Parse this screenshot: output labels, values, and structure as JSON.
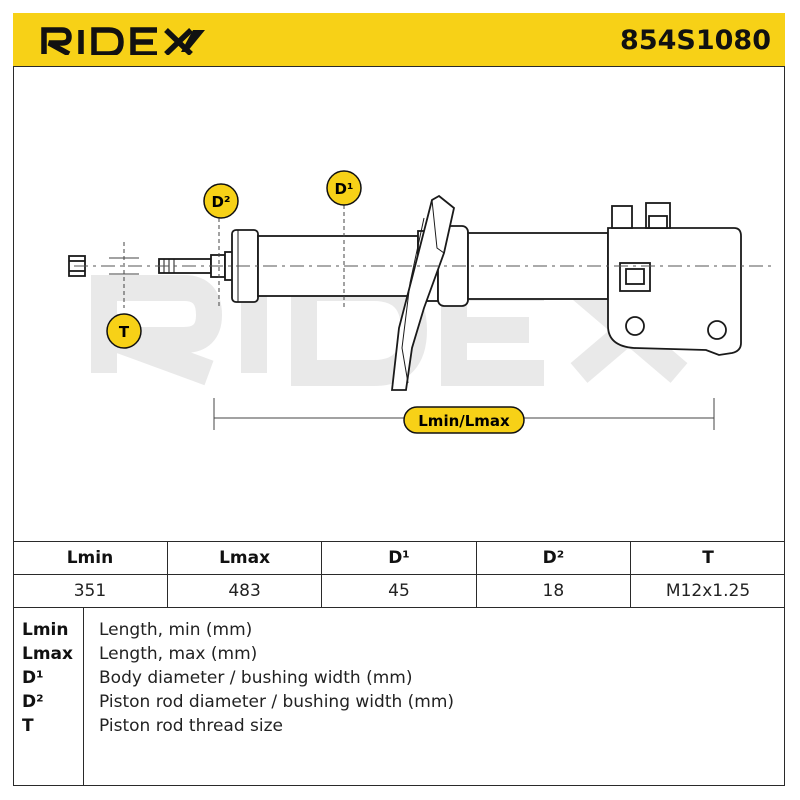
{
  "brand": {
    "logo_text": "RIDEX",
    "color": "#f7d117",
    "ink": "#111111"
  },
  "header": {
    "part_number": "854S1080"
  },
  "diagram": {
    "watermark_text": "RIDEX",
    "labels": {
      "d1": "D¹",
      "d2": "D²",
      "t": "T",
      "length": "Lmin/Lmax"
    }
  },
  "spec_table": {
    "headers": [
      "Lmin",
      "Lmax",
      "D¹",
      "D²",
      "T"
    ],
    "values": [
      "351",
      "483",
      "45",
      "18",
      "M12x1.25"
    ]
  },
  "legend": [
    {
      "key": "Lmin",
      "desc": "Length, min (mm)"
    },
    {
      "key": "Lmax",
      "desc": "Length, max (mm)"
    },
    {
      "key": "D¹",
      "desc": "Body diameter / bushing width (mm)"
    },
    {
      "key": "D²",
      "desc": "Piston rod diameter / bushing width (mm)"
    },
    {
      "key": "T",
      "desc": "Piston rod thread size"
    }
  ]
}
